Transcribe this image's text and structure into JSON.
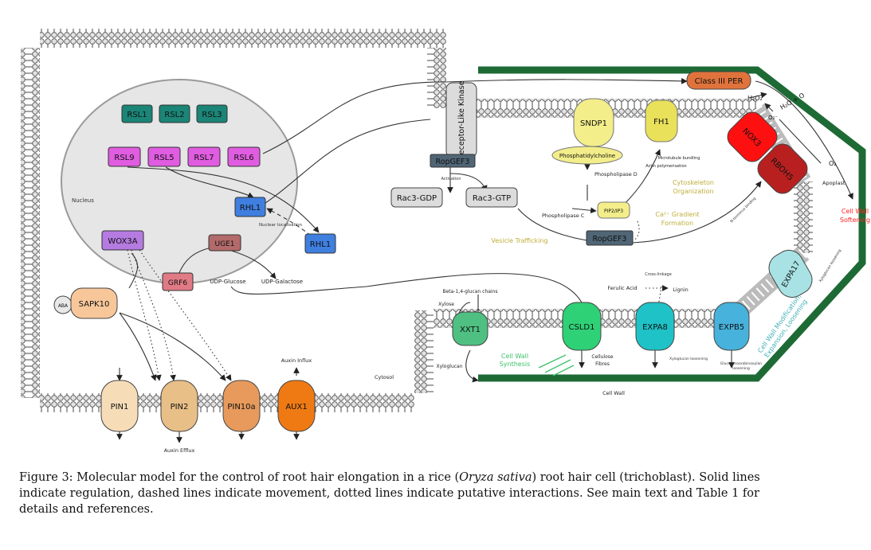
{
  "nodes": {
    "rsl1": "RSL1",
    "rsl2": "RSL2",
    "rsl3": "RSL3",
    "rsl9": "RSL9",
    "rsl5": "RSL5",
    "rsl7": "RSL7",
    "rsl6": "RSL6",
    "rhl1_nucleus": "RHL1",
    "rhl1_cytosol": "RHL1",
    "wox3a": "WOX3A",
    "uge1": "UGE1",
    "grf6": "GRF6",
    "sapk10": "SAPK10",
    "aba": "ABA",
    "pin1": "PIN1",
    "pin2": "PIN2",
    "pin10a": "PIN10a",
    "aux1": "AUX1",
    "class3per": "Class III PER",
    "receptor_kinase": "Receptor-Like Kinase",
    "ropgef3_top": "RopGEF3",
    "ropgef3_bottom": "RopGEF3",
    "rac3gdp": "Rac3-GDP",
    "rac3gtp": "Rac3-GTP",
    "sndp1": "SNDP1",
    "fh1": "FH1",
    "nox3": "NOX3",
    "rbohs": "RBOH5",
    "expa17": "EXPA17",
    "expb5": "EXPB5",
    "expa8": "EXPA8",
    "csld1": "CSLD1",
    "xxt1": "XXT1",
    "phosphatidylcholine": "Phosphatidylcholine",
    "pip2": "PIP2/IP3"
  },
  "labels": {
    "nucleus": "Nucleus",
    "nuclear_localisation": "Nuclear localisation",
    "udp_glucose": "UDP-Glucose",
    "udp_galactose": "UDP-Galactose",
    "activation": "Activation",
    "phospholipase_d": "Phospholipase D",
    "phospholipase_c": "Phospholipase C",
    "microtubule": "Microtubule bundling",
    "actin": "Actin polymerisation",
    "cytoskeleton": "Cytoskeleton Organization",
    "ca_gradient": "Ca²⁺ Gradient Formation",
    "vesicle": "Vesicle Trafficking",
    "h2o2": "H₂O₂",
    "h2o_o": "H₂O + O",
    "o2_minus": "O₂⁻",
    "o2": "O₂",
    "apoplast": "Apoplast",
    "cell_wall_softening": "Cell Wall Softening",
    "xyloglucan_loosening_right": "Xyloglucan loosening",
    "cell_wall_modification": "Cell Wall Modification, Expansion, Loosening",
    "cross_linkage": "Cross-linkage",
    "ferulic_acid": "Ferulic Acid",
    "lignin": "Lignin",
    "beta_glucan": "Beta-1,4-glucan chains",
    "xylose": "Xylose",
    "xyloglucan": "Xyloglucan",
    "cell_wall_synthesis": "Cell Wall Synthesis",
    "cellulose_fibres": "Cellulose Fibres",
    "xyloglucan_loosening": "Xyloglucan loosening",
    "glucuronoarabinoxylan": "Glucuronoarabinoxylan loosening",
    "cell_wall": "Cell Wall",
    "cytosol": "Cytosol",
    "auxin_influx": "Auxin Influx",
    "auxin_efflux": "Auxin Efflux",
    "nox_activation": "N-terminus binding"
  },
  "caption": {
    "prefix": "Figure 3: Molecular model for the control of root hair elongation in a rice (",
    "species": "Oryza sativa",
    "suffix": ") root hair cell (trichoblast).  Solid lines indicate regulation, dashed lines indicate movement, dotted lines indicate putative interactions.  See main text and Table 1 for details and references."
  },
  "colors": {
    "rsl_teal": "#1b8577",
    "rsl_magenta": "#e05ce0",
    "rhl_blue": "#3f7fe0",
    "wox_purple": "#b57be0",
    "uge_brown": "#b36a6a",
    "grf_pink": "#e07a85",
    "sapk_peach": "#f7c79a",
    "pin1": "#f6ddb8",
    "pin2": "#e9bf88",
    "pin10a": "#e79a5c",
    "aux1": "#ef7a14",
    "class3per": "#e0733c",
    "receptor_grey": "#dcdcdc",
    "ropgef_slate": "#506676",
    "sndp_yellow": "#f3ee8a",
    "fh1_yellow": "#e9e15a",
    "nox_red": "#ff1010",
    "rboh_darkred": "#b82020",
    "expa17_teal": "#a8e2e4",
    "expb5_blue": "#47b2db",
    "expa8_cyan": "#1fc2c6",
    "csld_green": "#2fd176",
    "xxt_green": "#4fc082",
    "cell_wall_green": "#1d6a35",
    "gold_text": "#bfae3a",
    "teal_text": "#3fb0b7",
    "red_text": "#ff2020",
    "green_text": "#3ec06a"
  }
}
